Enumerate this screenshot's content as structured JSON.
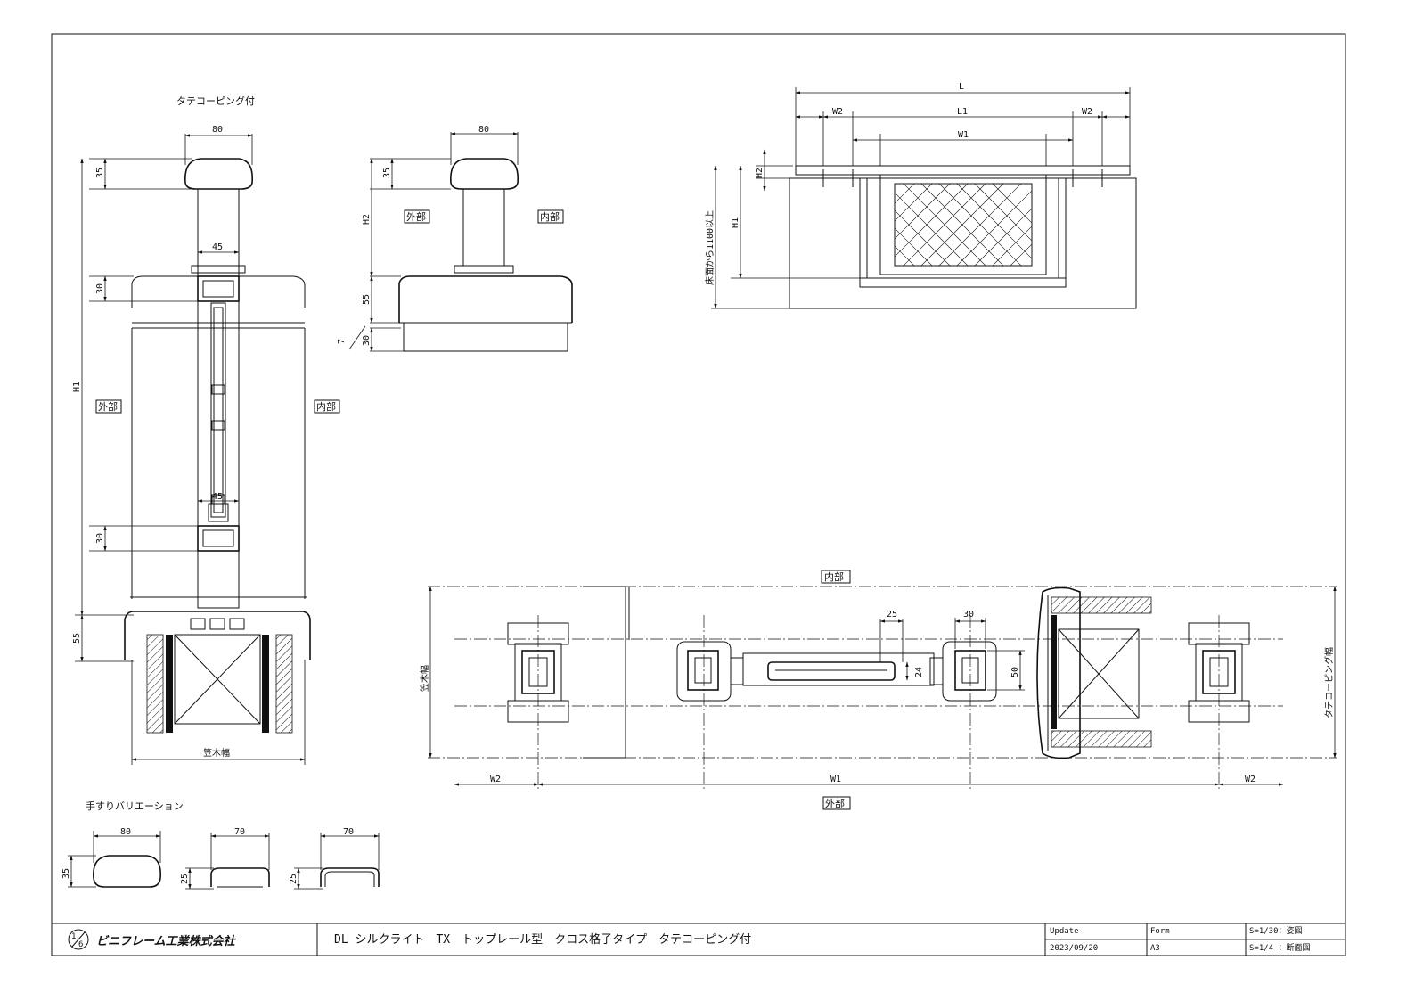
{
  "side_view": {
    "title": "タテコーピング付",
    "dim_width_top": "80",
    "dim_h_35": "35",
    "dim_w45_top": "45",
    "dim_h_30_top": "30",
    "dim_H1": "H1",
    "dim_w45_bottom": "45",
    "dim_h_30_bottom": "30",
    "dim_h_55": "55",
    "label_outside": "外部",
    "label_inside": "内部",
    "dim_bottom": "笠木幅"
  },
  "section_view": {
    "dim_width": "80",
    "dim_35": "35",
    "dim_H2": "H2",
    "dim_55": "55",
    "dim_30": "30",
    "dim_7": "7",
    "label_outside": "外部",
    "label_inside": "内部"
  },
  "elevation": {
    "dim_L": "L",
    "dim_L1": "L1",
    "dim_W1": "W1",
    "dim_W2_left": "W2",
    "dim_W2_right": "W2",
    "dim_H2": "H2",
    "dim_H1": "H1",
    "dim_floor": "床面から1100以上"
  },
  "plan": {
    "label_inside": "内部",
    "label_outside": "外部",
    "dim_25": "25",
    "dim_30": "30",
    "dim_24": "24",
    "dim_50": "50",
    "dim_left": "笠木幅",
    "dim_right": "タテコーピング幅",
    "dim_W2_left": "W2",
    "dim_W1": "W1",
    "dim_W2_right": "W2"
  },
  "variations": {
    "title": "手すりバリエーション",
    "v1_w": "80",
    "v1_h": "35",
    "v2_w": "70",
    "v2_h": "25",
    "v3_w": "70",
    "v3_h": "25"
  },
  "title_block": {
    "company": "ビニフレーム工業株式会社",
    "title": "DL シルクライト　TX　トップレール型　クロス格子タイプ　タテコーピング付",
    "update_label": "Update",
    "update_value": "2023/09/20",
    "form_label": "Form",
    "form_value": "A3",
    "scale1": "S=1/30：姿図",
    "scale2": "S=1/4 ：断面図"
  }
}
